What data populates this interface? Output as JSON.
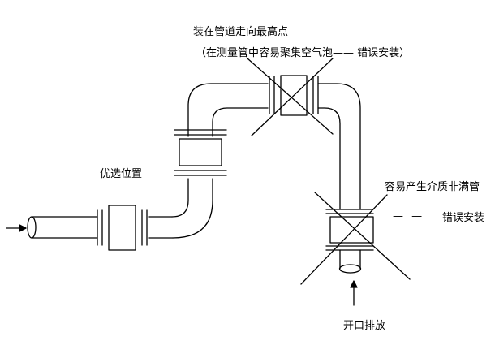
{
  "labels": {
    "high_point_line1": "装在管道走向最高点",
    "high_point_line2": "（在测量管中容易聚集空气泡——  错误安装）",
    "preferred_position": "优选位置",
    "not_full_pipe": "容易产生介质非满管",
    "dash_marker": "— —",
    "wrong_install": "错误安装",
    "open_outlet": "开口排放"
  },
  "colors": {
    "line": "#000000",
    "background": "#ffffff"
  }
}
